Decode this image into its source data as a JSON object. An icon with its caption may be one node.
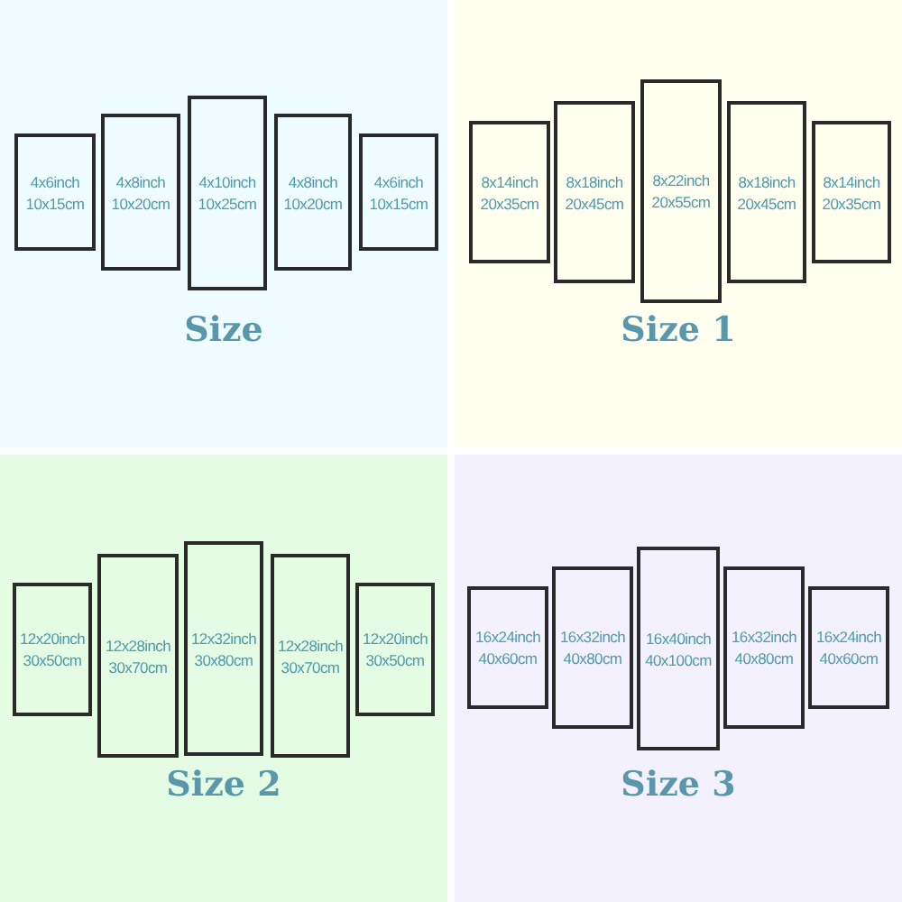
{
  "diagram": {
    "nodes": [
      {
        "text": [
          "Size"
        ]
      },
      {
        "text": [
          "4x6inch",
          "10x15cm"
        ],
        "in": 0
      },
      {
        "text": [
          "4x8inch",
          "10x20cm"
        ],
        "in": 0
      },
      {
        "text": [
          "4x10inch",
          "10x25cm"
        ],
        "in": 0
      },
      {
        "text": [
          "4x8inch",
          "10x20cm"
        ],
        "in": 0
      },
      {
        "text": [
          "4x6inch",
          "10x15cm"
        ],
        "in": 0
      },
      {
        "text": [
          "Size 1"
        ]
      },
      {
        "text": [
          "8x14inch",
          "20x35cm"
        ],
        "in": 6
      },
      {
        "text": [
          "8x18inch",
          "20x45cm"
        ],
        "in": 6
      },
      {
        "text": [
          "8x22inch",
          "20x55cm"
        ],
        "in": 6
      },
      {
        "text": [
          "8x18inch",
          "20x45cm"
        ],
        "in": 6
      },
      {
        "text": [
          "8x14inch",
          "20x35cm"
        ],
        "in": 6
      },
      {
        "text": [
          "Size 2"
        ]
      },
      {
        "text": [
          "12x20inch",
          "30x50cm"
        ],
        "in": 12
      },
      {
        "text": [
          "12x28inch",
          "30x70cm"
        ],
        "in": 12
      },
      {
        "text": [
          "12x32inch",
          "30x80cm"
        ],
        "in": 12
      },
      {
        "text": [
          "12x28inch",
          "30x70cm"
        ],
        "in": 12
      },
      {
        "text": [
          "12x20inch",
          "30x50cm"
        ],
        "in": 12
      },
      {
        "text": [
          "Size 3"
        ]
      },
      {
        "text": [
          "16x24inch",
          "40x60cm"
        ],
        "in": 18
      },
      {
        "text": [
          "16x32inch",
          "40x80cm"
        ],
        "in": 18
      },
      {
        "text": [
          "16x40inch",
          "40x100cm"
        ],
        "in": 18
      },
      {
        "text": [
          "16x32inch",
          "40x80cm"
        ],
        "in": 18
      },
      {
        "text": [
          "16x24inch",
          "40x60cm"
        ],
        "in": 18
      }
    ]
  }
}
